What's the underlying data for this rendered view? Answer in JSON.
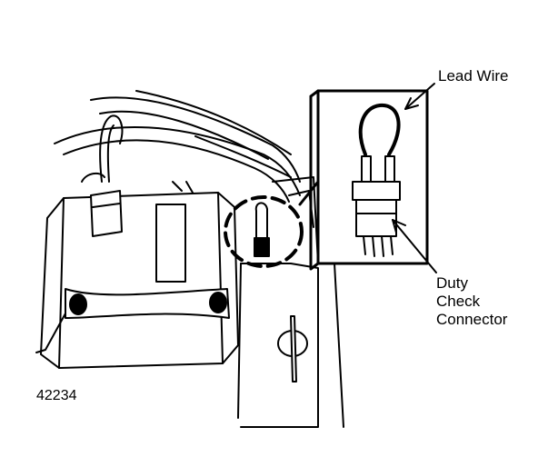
{
  "labels": {
    "lead_wire": "Lead Wire",
    "duty": "Duty",
    "check": "Check",
    "connector": "Connector"
  },
  "figure_number": "42234",
  "colors": {
    "ink": "#000000",
    "paper": "#ffffff"
  }
}
